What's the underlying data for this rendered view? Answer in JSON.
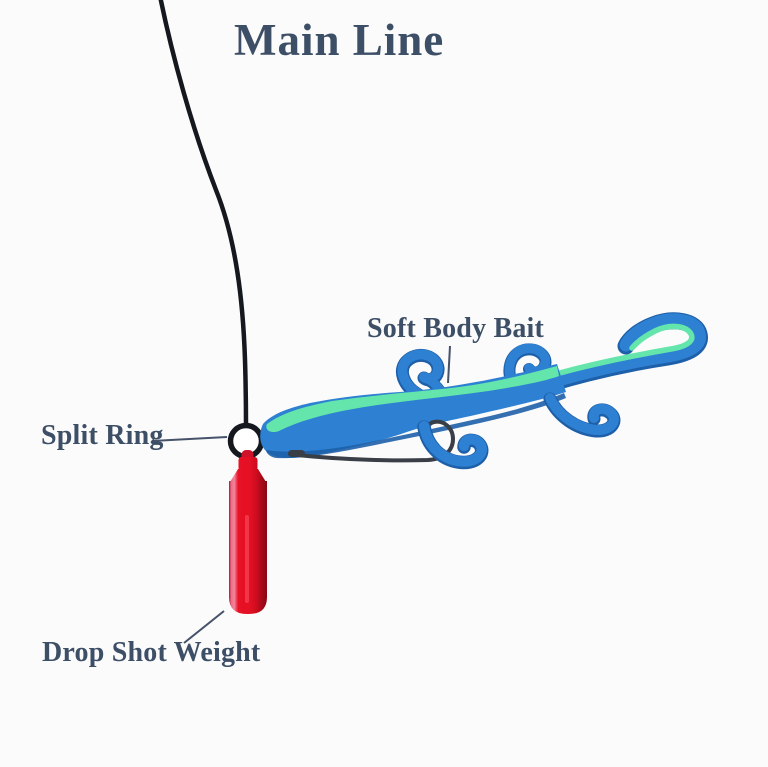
{
  "diagram": {
    "labels": {
      "main_line": "Main Line",
      "soft_body_bait": "Soft Body Bait",
      "split_ring": "Split Ring",
      "drop_shot_weight": "Drop Shot Weight"
    }
  },
  "colors": {
    "background": "#fbfbfb",
    "label_text": "#3d4f66",
    "pointer_line": "#46526a",
    "fishing_line": "#15181e",
    "hook": "#3a3f47",
    "bait_blue": "#2e80d2",
    "bait_blue_dark": "#1d5fa8",
    "bait_mint": "#63e5ac",
    "weight_red": "#e41023",
    "weight_red_dark": "#870814",
    "weight_highlight": "#f2859b"
  }
}
